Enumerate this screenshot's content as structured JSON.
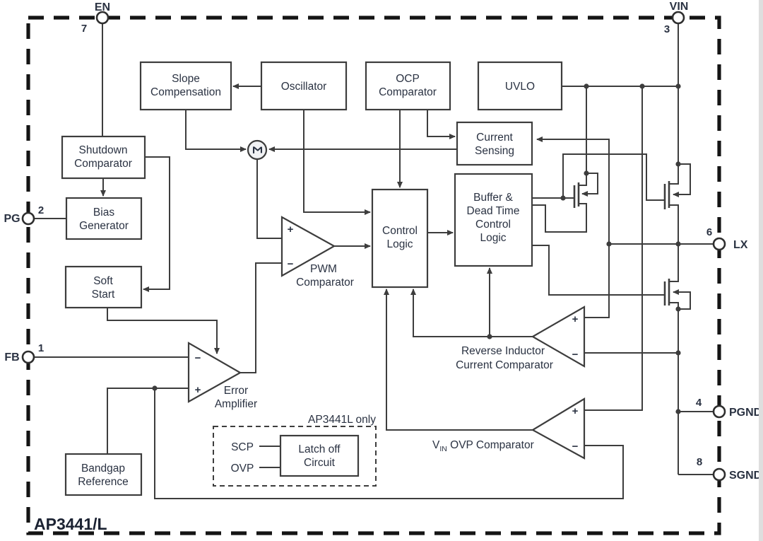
{
  "title": "AP3441/L",
  "footnote": "AP3441L only",
  "pins": {
    "en": {
      "name": "EN",
      "num": "7"
    },
    "vin": {
      "name": "VIN",
      "num": "3"
    },
    "pg": {
      "name": "PG",
      "num": "2"
    },
    "fb": {
      "name": "FB",
      "num": "1"
    },
    "lx": {
      "name": "LX",
      "num": "6"
    },
    "pgnd": {
      "name": "PGND",
      "num": "4"
    },
    "sgnd": {
      "name": "SGND",
      "num": "8"
    }
  },
  "blocks": {
    "slope": {
      "l1": "Slope",
      "l2": "Compensation"
    },
    "oscillator": {
      "l1": "Oscillator"
    },
    "ocp": {
      "l1": "OCP",
      "l2": "Comparator"
    },
    "uvlo": {
      "l1": "UVLO"
    },
    "current_sensing": {
      "l1": "Current",
      "l2": "Sensing"
    },
    "buffer": {
      "l1": "Buffer &",
      "l2": "Dead Time",
      "l3": "Control",
      "l4": "Logic"
    },
    "control_logic": {
      "l1": "Control",
      "l2": "Logic"
    },
    "shutdown": {
      "l1": "Shutdown",
      "l2": "Comparator"
    },
    "bias": {
      "l1": "Bias",
      "l2": "Generator"
    },
    "soft_start": {
      "l1": "Soft",
      "l2": "Start"
    },
    "bandgap": {
      "l1": "Bandgap",
      "l2": "Reference"
    },
    "latch_off": {
      "l1": "Latch off",
      "l2": "Circuit"
    }
  },
  "amplifiers": {
    "pwm": {
      "l1": "PWM",
      "l2": "Comparator"
    },
    "error": {
      "l1": "Error",
      "l2": "Amplifier"
    },
    "reverse": {
      "l1": "Reverse Inductor",
      "l2": "Current Comparator"
    },
    "vin_ovp": {
      "pre": "V",
      "sub": "IN",
      "post": " OVP Comparator"
    }
  },
  "signals": {
    "scp": "SCP",
    "ovp": "OVP"
  },
  "symbols": {
    "sigma": "Σ",
    "plus": "+",
    "minus": "−"
  },
  "colors": {
    "line": "#3d3d3d",
    "text": "#2a3242",
    "pin3": "#9a5a28",
    "border": "#141414"
  }
}
